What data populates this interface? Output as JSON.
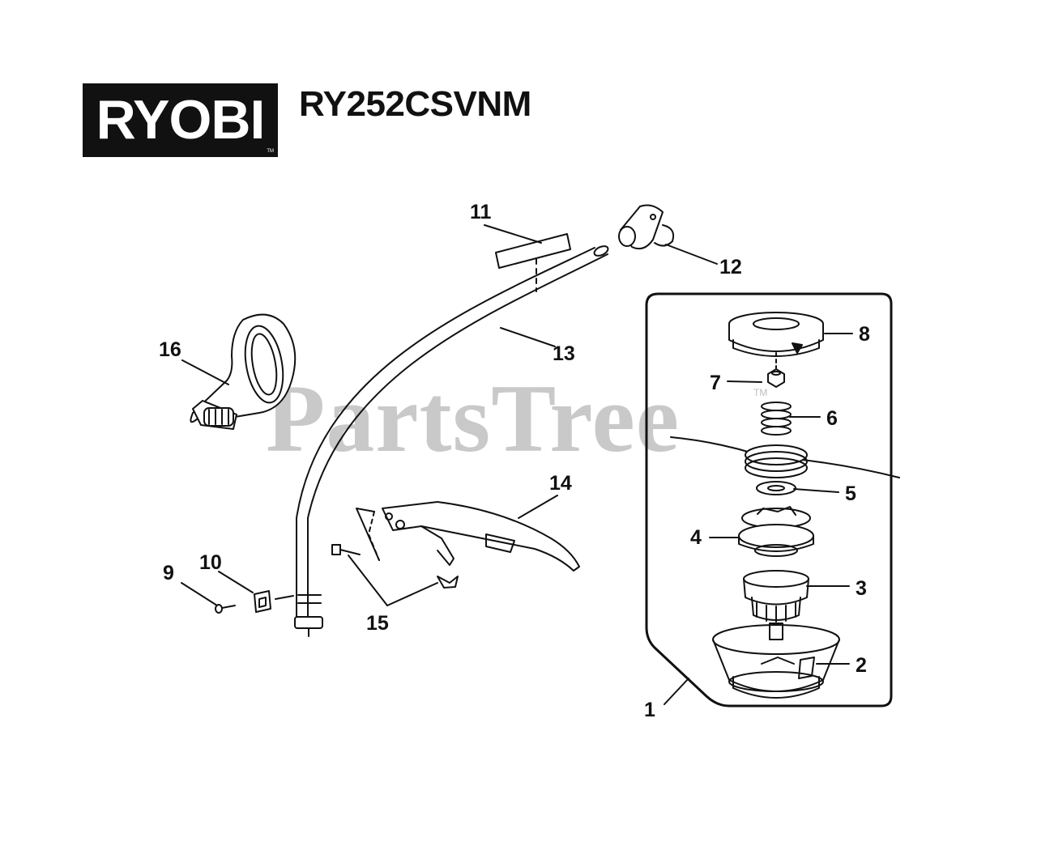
{
  "header": {
    "brand_logo_text": "RYOBI",
    "brand_logo_tm": "TM",
    "model": "RY252CSVNM"
  },
  "watermark": {
    "text": "PartsTree",
    "tm": "TM"
  },
  "callouts": [
    {
      "id": "1",
      "label": "1"
    },
    {
      "id": "2",
      "label": "2"
    },
    {
      "id": "3",
      "label": "3"
    },
    {
      "id": "4",
      "label": "4"
    },
    {
      "id": "5",
      "label": "5"
    },
    {
      "id": "6",
      "label": "6"
    },
    {
      "id": "7",
      "label": "7"
    },
    {
      "id": "8",
      "label": "8"
    },
    {
      "id": "9",
      "label": "9"
    },
    {
      "id": "10",
      "label": "10"
    },
    {
      "id": "11",
      "label": "11"
    },
    {
      "id": "12",
      "label": "12"
    },
    {
      "id": "13",
      "label": "13"
    },
    {
      "id": "14",
      "label": "14"
    },
    {
      "id": "15",
      "label": "15"
    },
    {
      "id": "16",
      "label": "16"
    }
  ]
}
